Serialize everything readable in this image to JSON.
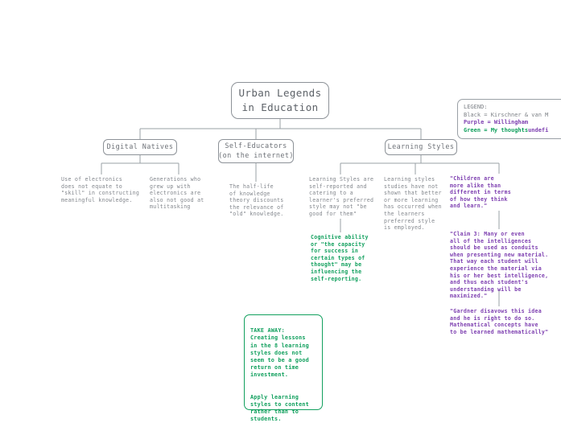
{
  "diagram": {
    "type": "tree-mindmap",
    "root": {
      "label": "Urban Legends\nin Education"
    },
    "legend": {
      "title": "LEGEND:",
      "black": "Black = Kirschner & van M",
      "purple": "Purple = Willingham",
      "green": "Green = My thoughts",
      "overflow": "undefi"
    },
    "branches": [
      {
        "id": "digital-natives",
        "label": "Digital Natives",
        "leaves": [
          {
            "id": "electronics-skill",
            "color": "gray",
            "text": "Use of electronics\ndoes not equate to\n\"skill\" in constructing\nmeaningful knowledge."
          },
          {
            "id": "multitasking",
            "color": "gray",
            "text": "Generations who\ngrew up with\nelectronics are\nalso not good at\nmultitasking"
          }
        ]
      },
      {
        "id": "self-educators",
        "label": "Self-Educators\n(on the internet)",
        "leaves": [
          {
            "id": "half-life-of-knowledge",
            "color": "gray",
            "text": "The half-life\nof knowledge\ntheory discounts\nthe relevance of\n\"old\" knowledge."
          }
        ]
      },
      {
        "id": "learning-styles",
        "label": "Learning Styles",
        "leaves": [
          {
            "id": "self-reported",
            "color": "gray",
            "text": "Learning Styles are\nself-reported and\ncatering to a\nlearner's preferred\nstyle may not \"be\ngood for them\""
          },
          {
            "id": "cognitive-ability",
            "color": "green",
            "text": "Cognitive ability\nor \"the capacity\nfor success in\ncertain types of\nthought\" may be\ninfluencing the\nself-reporting."
          },
          {
            "id": "studies-no-better-learning",
            "color": "gray",
            "text": "Learning styles\nstudies have not\nshown that better\nor more learning\nhas occurred when\nthe learners\npreferred style\nis employed."
          },
          {
            "id": "children-more-alike",
            "color": "purple",
            "text": "\"Children are\nmore alike than\ndifferent in terms\nof how they think\nand learn.\""
          },
          {
            "id": "claim-3-intelligences",
            "color": "purple",
            "text": "\"Claim 3: Many or even\nall of the intelligences\nshould be used as conduits\nwhen presenting new material.\nThat way each student will\nexperience the material via\nhis or her best intelligence,\nand thus each student's\nunderstanding will be maximized.\""
          },
          {
            "id": "gardner-disavows",
            "color": "purple",
            "text": "\"Gardner disavows this idea\nand he is right to do so.\nMathematical concepts have\nto be learned mathematically\""
          }
        ]
      }
    ],
    "takeaway": {
      "paragraph_1": "TAKE AWAY:\nCreating lessons\nin the 8 learning\nstyles does not\nseem to be a good\nreturn on time\ninvestment.",
      "paragraph_2": "Apply learning\nstyles to content\nrather than to\nstudents."
    },
    "colors": {
      "black": "#83878d",
      "purple": "#7d3fb0",
      "green": "#12a05e",
      "node_border": "#8d9298"
    }
  }
}
